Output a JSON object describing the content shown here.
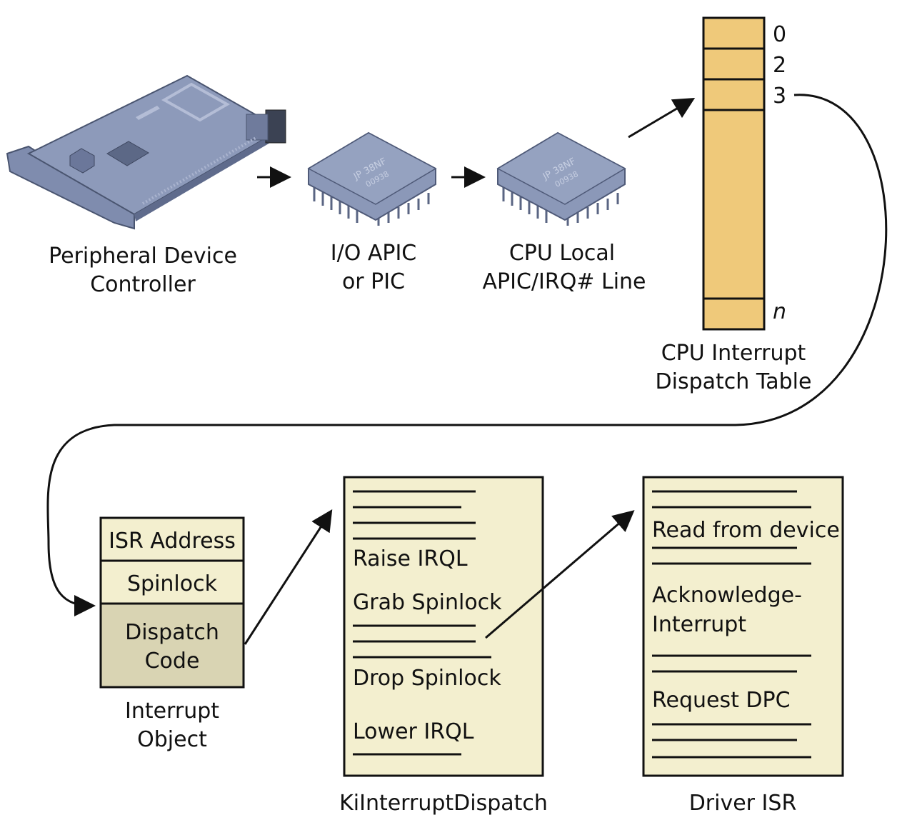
{
  "colors": {
    "card": "#8a97b8",
    "card_dark": "#5e6a8a",
    "chip": "#8b98b8",
    "table_fill": "#efc97a",
    "light_box": "#f3efcf",
    "dark_box": "#d9d4b3",
    "stroke": "#111111"
  },
  "peripheral": {
    "label_1": "Peripheral Device",
    "label_2": "Controller"
  },
  "io_apic": {
    "label_1": "I/O APIC",
    "label_2": "or PIC",
    "chip_text_1": "JP 38NF",
    "chip_text_2": "00938"
  },
  "cpu_local": {
    "label_1": "CPU Local",
    "label_2": "APIC/IRQ# Line",
    "chip_text_1": "JP 38NF",
    "chip_text_2": "00938"
  },
  "idt": {
    "label_1": "CPU Interrupt",
    "label_2": "Dispatch Table",
    "index_0": "0",
    "index_2": "2",
    "index_3": "3",
    "index_n": "n"
  },
  "interrupt_object": {
    "row_1": "ISR Address",
    "row_2": "Spinlock",
    "row_3a": "Dispatch",
    "row_3b": "Code",
    "label_1": "Interrupt",
    "label_2": "Object"
  },
  "ki_dispatch": {
    "line_1": "Raise IRQL",
    "line_2": "Grab Spinlock",
    "line_3": "Drop Spinlock",
    "line_4": "Lower IRQL",
    "label": "KiInterruptDispatch"
  },
  "driver_isr": {
    "line_1": "Read from device",
    "line_2a": "Acknowledge-",
    "line_2b": "Interrupt",
    "line_3": "Request DPC",
    "label": "Driver ISR"
  }
}
